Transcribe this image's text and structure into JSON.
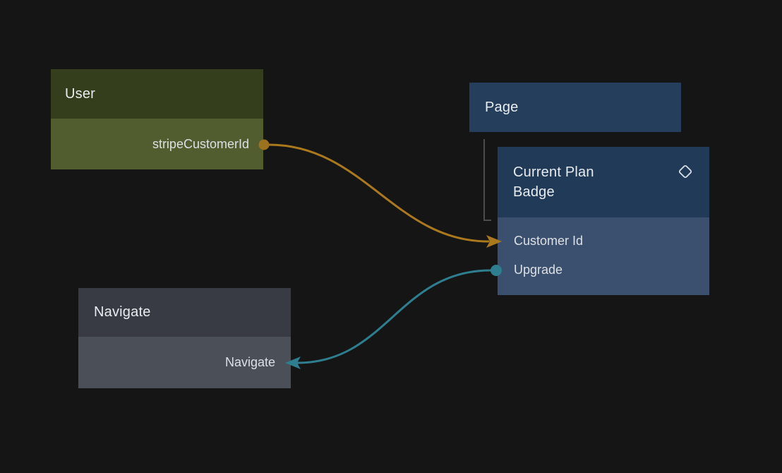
{
  "canvas": {
    "background": "#151515",
    "tree_line_color": "#4c4c4c"
  },
  "nodes": {
    "user": {
      "title": "User",
      "header_color": "#343e1d",
      "body_color": "#515c2f",
      "fields": [
        {
          "label": "stripeCustomerId",
          "port_side": "right",
          "port_color": "#9c711f"
        }
      ]
    },
    "page": {
      "title": "Page",
      "header_color": "#243e5c"
    },
    "current_plan_badge": {
      "title": "Current Plan Badge",
      "header_color": "#203a58",
      "body_color": "#3b4f6e",
      "icon": "diamond-outline",
      "icon_color": "#dbe0e6",
      "fields": [
        {
          "label": "Customer Id",
          "port_side": "left"
        },
        {
          "label": "Upgrade",
          "port_side": "left",
          "port_color": "#2f7e8f"
        }
      ]
    },
    "navigate": {
      "title": "Navigate",
      "header_color": "#383b44",
      "body_color": "#4b4f58",
      "fields": [
        {
          "label": "Navigate",
          "port_side": "right"
        }
      ]
    }
  },
  "connections": [
    {
      "id": "user-stripeCustomerId-to-currentPlanBadge-customerId",
      "color": "#aa791e",
      "from": "User / stripeCustomerId",
      "to": "Current Plan Badge / Customer Id"
    },
    {
      "id": "currentPlanBadge-upgrade-to-navigate",
      "color": "#2f7e8f",
      "from": "Current Plan Badge / Upgrade",
      "to": "Navigate / Navigate"
    }
  ]
}
